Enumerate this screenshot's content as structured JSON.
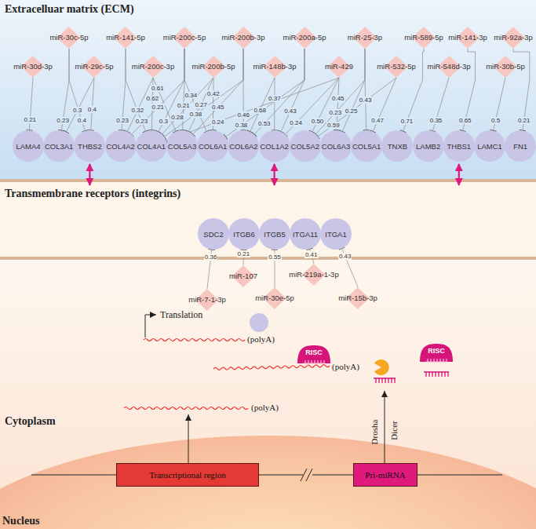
{
  "diagram": {
    "nodes": [
      {
        "text": [
          "Extracelluar matrix (ECM)"
        ]
      },
      {
        "text": [
          "miR-30c-5p"
        ],
        "in": 0
      },
      {
        "text": [
          "miR-141-5p"
        ],
        "in": 0
      },
      {
        "text": [
          "miR-200c-5p"
        ],
        "in": 0
      },
      {
        "text": [
          "miR-200b-3p"
        ],
        "in": 0
      },
      {
        "text": [
          "miR-200a-5p"
        ],
        "in": 0
      },
      {
        "text": [
          "miR-25-3p"
        ],
        "in": 0
      },
      {
        "text": [
          "miR-589-5p"
        ],
        "in": 0
      },
      {
        "text": [
          "miR-141-3p"
        ],
        "in": 0
      },
      {
        "text": [
          "miR-92a-3p"
        ],
        "in": 0
      },
      {
        "text": [
          "miR-30d-3p"
        ],
        "in": 0
      },
      {
        "text": [
          "miR-29c-5p"
        ],
        "in": 0
      },
      {
        "text": [
          "miR-200c-3p"
        ],
        "in": 0
      },
      {
        "text": [
          "miR-200b-5p"
        ],
        "in": 0
      },
      {
        "text": [
          "miR-148b-3p"
        ],
        "in": 0
      },
      {
        "text": [
          "miR-429"
        ],
        "in": 0
      },
      {
        "text": [
          "miR-532-5p"
        ],
        "in": 0
      },
      {
        "text": [
          "miR-548d-3p"
        ],
        "in": 0
      },
      {
        "text": [
          "miR-30b-5p"
        ],
        "in": 0
      },
      {
        "text": [
          "LAMA4"
        ],
        "in": 0
      },
      {
        "text": [
          "COL3A1"
        ],
        "in": 0
      },
      {
        "text": [
          "THBS2"
        ],
        "in": 0
      },
      {
        "text": [
          "COL4A2"
        ],
        "in": 0
      },
      {
        "text": [
          "COL4A1"
        ],
        "in": 0
      },
      {
        "text": [
          "COL5A3"
        ],
        "in": 0
      },
      {
        "text": [
          "COL6A1"
        ],
        "in": 0
      },
      {
        "text": [
          "COL6A2"
        ],
        "in": 0
      },
      {
        "text": [
          "COL1A2"
        ],
        "in": 0
      },
      {
        "text": [
          "COL5A2"
        ],
        "in": 0
      },
      {
        "text": [
          "COL6A3"
        ],
        "in": 0
      },
      {
        "text": [
          "COL5A1"
        ],
        "in": 0
      },
      {
        "text": [
          "TNXB"
        ],
        "in": 0
      },
      {
        "text": [
          "LAMB2"
        ],
        "in": 0
      },
      {
        "text": [
          "THBS1"
        ],
        "in": 0
      },
      {
        "text": [
          "LAMC1"
        ],
        "in": 0
      },
      {
        "text": [
          "FN1"
        ],
        "in": 0
      },
      {
        "text": [
          "Transmembrane receptors (integrins)"
        ]
      },
      {
        "text": [
          "SDC2"
        ],
        "in": 36
      },
      {
        "text": [
          "ITGB6"
        ],
        "in": 36
      },
      {
        "text": [
          "ITGB5"
        ],
        "in": 36
      },
      {
        "text": [
          "ITGA11"
        ],
        "in": 36
      },
      {
        "text": [
          "ITGA1"
        ],
        "in": 36
      },
      {
        "text": [
          "Cytoplasm"
        ]
      },
      {
        "text": [
          "miR-107"
        ],
        "in": 42
      },
      {
        "text": [
          "miR-219a-1-3p"
        ],
        "in": 42
      },
      {
        "text": [
          "miR-7-1-3p"
        ],
        "in": 42
      },
      {
        "text": [
          "miR-30e-5p"
        ],
        "in": 42
      },
      {
        "text": [
          "miR-15b-3p"
        ],
        "in": 42
      },
      {
        "text": [
          "RISC"
        ],
        "in": 42
      },
      {
        "text": [
          "RISC"
        ],
        "in": 42
      },
      {
        "text": [
          "Nucleus"
        ],
        "in": 42
      },
      {
        "text": [
          "Transcriptional region"
        ],
        "in": 50
      },
      {
        "text": [
          "Pri-miRNA"
        ],
        "in": 50
      }
    ],
    "edges": [
      {
        "from": 10,
        "to": 19,
        "arrow": "to",
        "label": "0.21"
      },
      {
        "from": 1,
        "to": 20,
        "arrow": "to",
        "label": "0.23"
      },
      {
        "from": 11,
        "to": 20,
        "arrow": "to",
        "label": "0.3"
      },
      {
        "from": 1,
        "to": 21,
        "arrow": "to",
        "label": "0.4"
      },
      {
        "from": 11,
        "to": 21,
        "arrow": "to",
        "label": "0.4"
      },
      {
        "from": 2,
        "to": 22,
        "arrow": "to",
        "label": "0.23"
      },
      {
        "from": 12,
        "to": 22,
        "arrow": "to",
        "label": "0.32"
      },
      {
        "from": 2,
        "to": 23,
        "arrow": "to",
        "label": "0.23"
      },
      {
        "from": 12,
        "to": 23,
        "arrow": "to",
        "label": "0.62"
      },
      {
        "from": 3,
        "to": 22,
        "arrow": "to",
        "label": "0.21"
      },
      {
        "from": 3,
        "to": 23,
        "arrow": "to",
        "label": "0.3"
      },
      {
        "from": 13,
        "to": 23,
        "arrow": "to",
        "label": "0.28"
      },
      {
        "from": 4,
        "to": 23,
        "arrow": "to",
        "label": "0.38"
      },
      {
        "from": 12,
        "to": 24,
        "arrow": "to",
        "label": "0.61"
      },
      {
        "from": 3,
        "to": 24,
        "arrow": "to",
        "label": "0.21"
      },
      {
        "from": 13,
        "to": 24,
        "arrow": "to",
        "label": "0.27"
      },
      {
        "from": 15,
        "to": 23,
        "arrow": "to",
        "label": "0.24"
      },
      {
        "from": 4,
        "to": 24,
        "arrow": "to",
        "label": "0.45"
      },
      {
        "from": 3,
        "to": 25,
        "arrow": "to",
        "label": "0.34"
      },
      {
        "from": 13,
        "to": 25,
        "arrow": "to",
        "label": "0.42"
      },
      {
        "from": 5,
        "to": 25,
        "arrow": "to",
        "label": "0.38"
      },
      {
        "from": 4,
        "to": 26,
        "arrow": "to",
        "label": "0.46"
      },
      {
        "from": 5,
        "to": 26,
        "arrow": "to",
        "label": "0.53"
      },
      {
        "from": 14,
        "to": 26,
        "arrow": "to",
        "label": "0.68"
      },
      {
        "from": 15,
        "to": 27,
        "arrow": "to",
        "label": "0.24"
      },
      {
        "from": 5,
        "to": 27,
        "arrow": "to",
        "label": "0.43"
      },
      {
        "from": 14,
        "to": 27,
        "arrow": "to",
        "label": "0.37"
      },
      {
        "from": 15,
        "to": 28,
        "arrow": "to",
        "label": "0.50"
      },
      {
        "from": 6,
        "to": 28,
        "arrow": "to",
        "label": "0.23"
      },
      {
        "from": 16,
        "to": 28,
        "arrow": "to",
        "label": "0.59"
      },
      {
        "from": 6,
        "to": 29,
        "arrow": "to",
        "label": "0.25"
      },
      {
        "from": 15,
        "to": 29,
        "arrow": "to",
        "label": "0.45"
      },
      {
        "from": 16,
        "to": 30,
        "arrow": "to",
        "label": "0.47"
      },
      {
        "from": 6,
        "to": 30,
        "arrow": "to",
        "label": "0.43"
      },
      {
        "from": 7,
        "to": 31,
        "arrow": "to",
        "label": "0.71"
      },
      {
        "from": 17,
        "to": 32,
        "arrow": "to",
        "label": "0.35"
      },
      {
        "from": 8,
        "to": 33,
        "arrow": "to",
        "label": "0.65"
      },
      {
        "from": 18,
        "to": 34,
        "arrow": "to",
        "label": "0.5"
      },
      {
        "from": 9,
        "to": 35,
        "arrow": "to",
        "label": "0.21"
      },
      {
        "from": 45,
        "to": 37,
        "arrow": "to",
        "label": "0.36"
      },
      {
        "from": 43,
        "to": 38,
        "arrow": "to",
        "label": "0.21"
      },
      {
        "from": 46,
        "to": 39,
        "arrow": "to",
        "label": "0.55"
      },
      {
        "from": 44,
        "to": 40,
        "arrow": "to",
        "label": "0.41"
      },
      {
        "from": 47,
        "to": 41,
        "arrow": "to",
        "label": "0.43"
      },
      {
        "from": 0,
        "to": 36,
        "arrow": "both"
      },
      {
        "from": 0,
        "to": 36,
        "arrow": "both"
      },
      {
        "from": 0,
        "to": 36,
        "arrow": "both"
      }
    ],
    "labels": [
      "Translation",
      "(polyA)",
      "(polyA)",
      "(polyA)",
      "Drosha",
      "Dicer"
    ]
  }
}
